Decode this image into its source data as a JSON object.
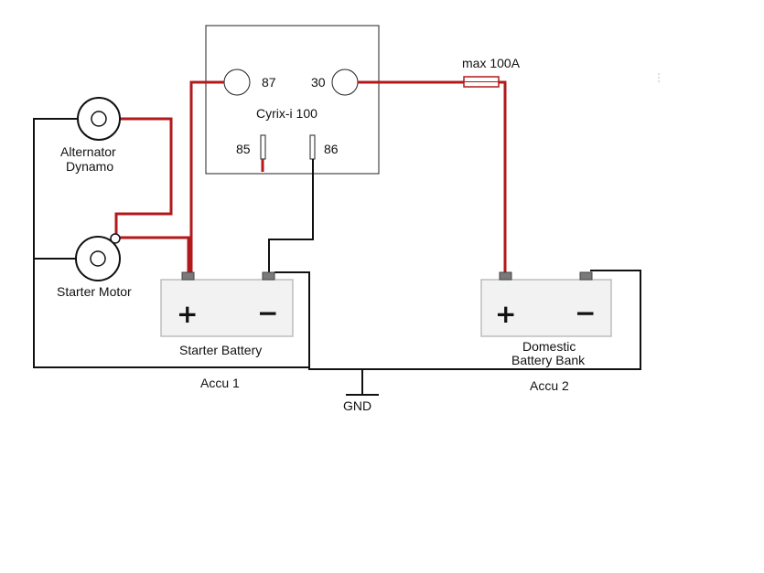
{
  "relay": {
    "name": "Cyrix-i 100",
    "pin_87": "87",
    "pin_30": "30",
    "pin_85": "85",
    "pin_86": "86"
  },
  "fuse": {
    "label": "max 100A"
  },
  "alternator": {
    "line1": "Alternator",
    "line2": "Dynamo"
  },
  "starter_motor": {
    "label": "Starter Motor"
  },
  "starter_battery": {
    "label": "Starter Battery",
    "plus": "+",
    "minus": "−"
  },
  "domestic_battery": {
    "line1": "Domestic",
    "line2": "Battery Bank",
    "plus": "+",
    "minus": "−"
  },
  "accu1": {
    "label": "Accu 1"
  },
  "accu2": {
    "label": "Accu 2"
  },
  "ground": {
    "label": "GND"
  },
  "colors": {
    "positive_wire": "#b2191b",
    "negative_wire": "#111111",
    "battery_fill": "#f2f2f2"
  }
}
